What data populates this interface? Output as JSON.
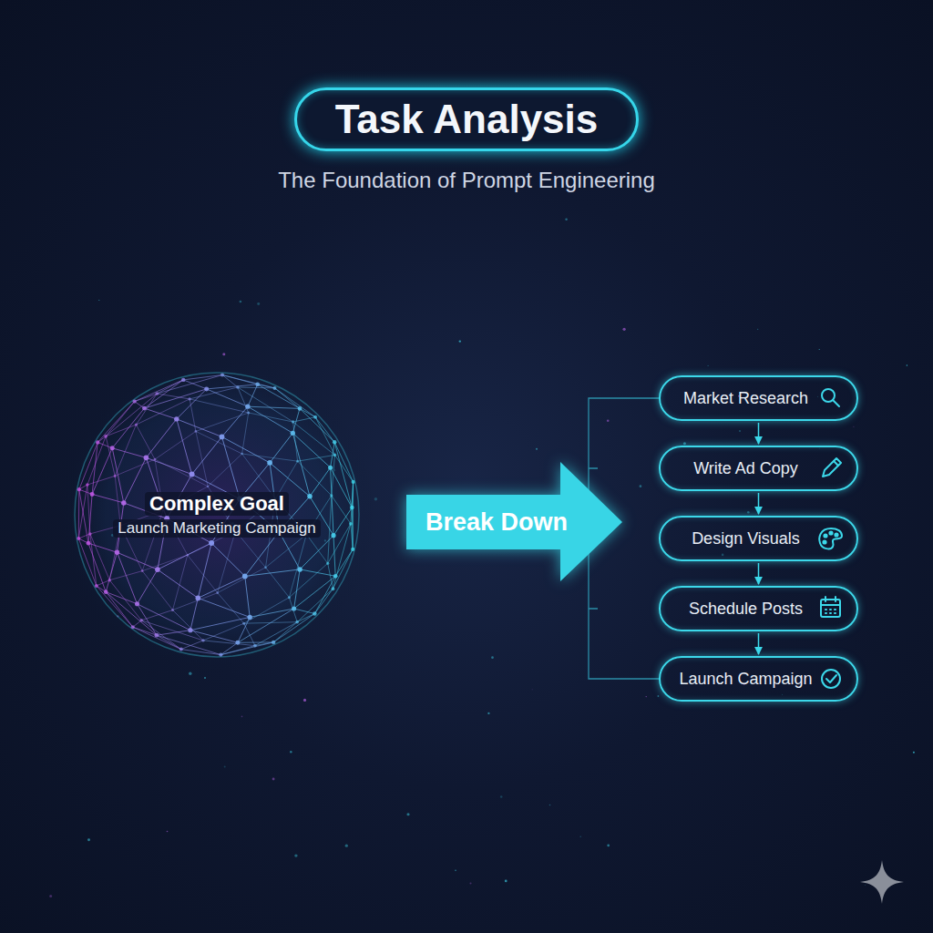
{
  "diagram": {
    "title": "Task Analysis",
    "caption": "The Foundation of Prompt Engineering",
    "nodes": [
      {
        "text": [
          "Complex Goal",
          "Launch Marketing Campaign"
        ]
      },
      {
        "text": [
          "Break Down"
        ]
      },
      {
        "text": [
          "Market Research"
        ]
      },
      {
        "text": [
          "Write Ad Copy"
        ]
      },
      {
        "text": [
          "Design Visuals"
        ]
      },
      {
        "text": [
          "Schedule Posts"
        ]
      },
      {
        "text": [
          "Launch Campaign"
        ]
      }
    ],
    "edges": [
      {
        "from": 2,
        "to": 3,
        "arrow": "to"
      },
      {
        "from": 3,
        "to": 4,
        "arrow": "to"
      },
      {
        "from": 4,
        "to": 5,
        "arrow": "to"
      },
      {
        "from": 5,
        "to": 6,
        "arrow": "to"
      }
    ]
  }
}
